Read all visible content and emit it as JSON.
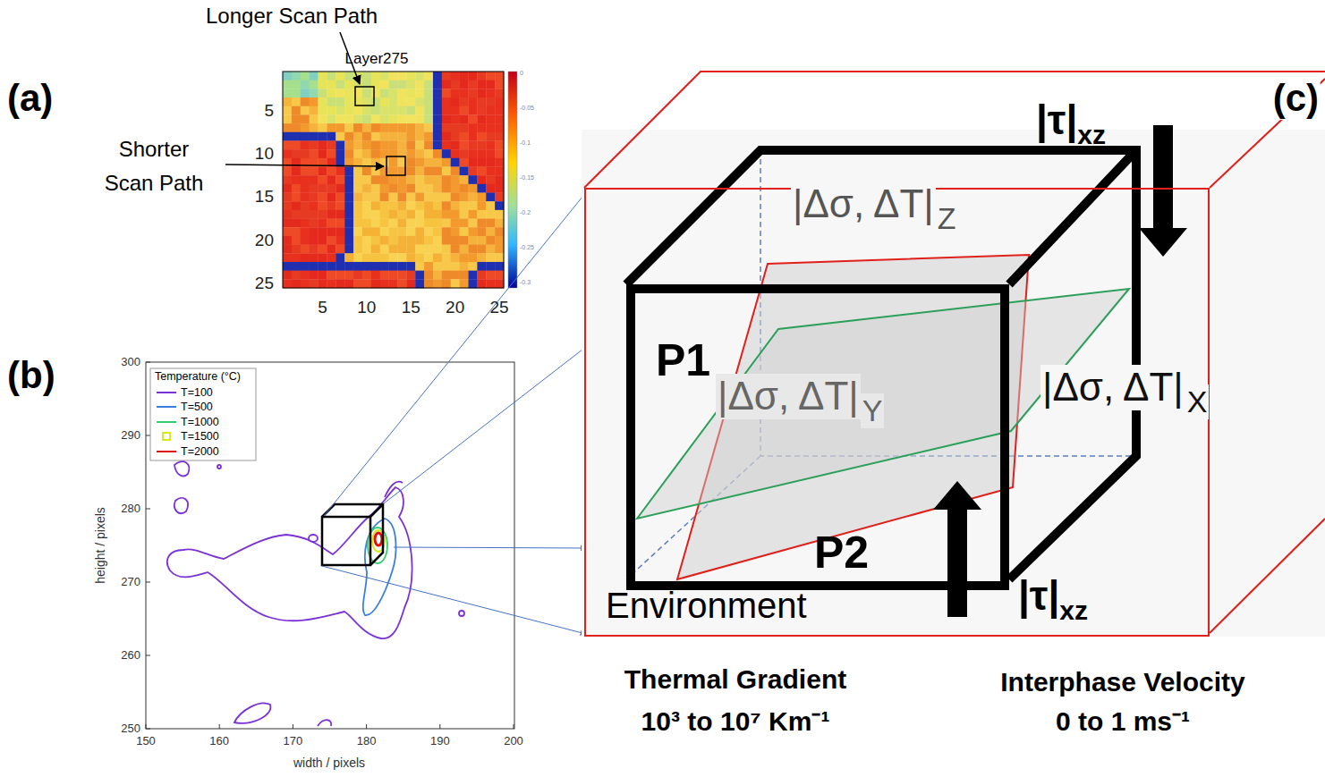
{
  "diagram": {
    "nodes": [
      {
        "text": [
          "Environment"
        ]
      },
      {
        "text": [
          "P1",
          "P2"
        ],
        "in": 0
      }
    ],
    "labels": [
      "(a)",
      "Longer Scan Path",
      "Layer275",
      "Shorter Scan Path",
      "5",
      "10",
      "15",
      "20",
      "25",
      "5",
      "10",
      "15",
      "20",
      "25",
      "0",
      "-0.05",
      "-0.1",
      "-0.15",
      "-0.2",
      "-0.25",
      "-0.3",
      "(b)",
      "Temperature (°C)",
      "300",
      "290",
      "280",
      "270",
      "260",
      "250",
      "150",
      "160",
      "170",
      "180",
      "190",
      "200",
      "height / pixels",
      "width / pixels",
      "(c)",
      "|τ|",
      "xz",
      "|Δσ, ΔT|",
      "Z",
      "|Δσ, ΔT|",
      "Y",
      "|Δσ, ΔT|",
      "X",
      "|τ|",
      "xz",
      "Thermal Gradient",
      "10³ to 10⁷ Km⁻¹",
      "Interphase Velocity",
      "0 to 1 ms⁻¹"
    ],
    "legend": [
      {
        "text": "T=100"
      },
      {
        "text": "T=500"
      },
      {
        "text": "T=1000"
      },
      {
        "text": "T=1500"
      },
      {
        "text": "T=2000"
      }
    ]
  }
}
